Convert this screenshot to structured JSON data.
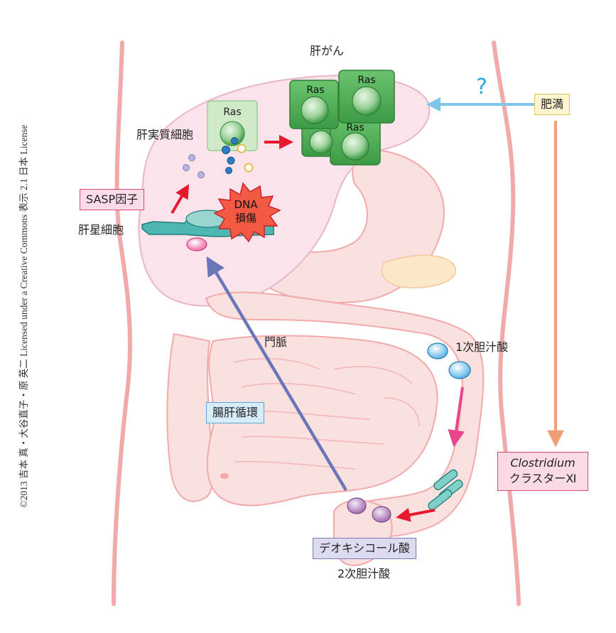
{
  "copyright": "©2013 吉本 真・大谷直子・原 英二 Licensed under a Creative Commons 表示 2.1 日本 License",
  "labels": {
    "liver_cancer": "肝がん",
    "hepatocyte": "肝実質細胞",
    "stellate_cell": "肝星細胞",
    "dna_damage_1": "DNA",
    "dna_damage_2": "損傷",
    "portal_vein": "門脈",
    "primary_bile_acid": "1次胆汁酸",
    "secondary_bile_acid": "2次胆汁酸",
    "question": "?",
    "ras": "Ras"
  },
  "boxes": {
    "sasp": "SASP因子",
    "obesity": "肥満",
    "enterohepatic": "腸肝循環",
    "deoxycholic": "デオキシコール酸",
    "clostridium_1": "Clostridium",
    "clostridium_2": "クラスターⅪ"
  },
  "colors": {
    "skin": "#f2a9a9",
    "liver": "#fbe3ec",
    "intestine": "#fbe0e0",
    "green_cell": "#3fa24f",
    "red_arrow": "#e8192c",
    "blue_arrow": "#6b76b9",
    "light_blue_arrow": "#7fc6ea",
    "orange_arrow": "#ef9f73",
    "pink_arrow": "#e8468c"
  }
}
